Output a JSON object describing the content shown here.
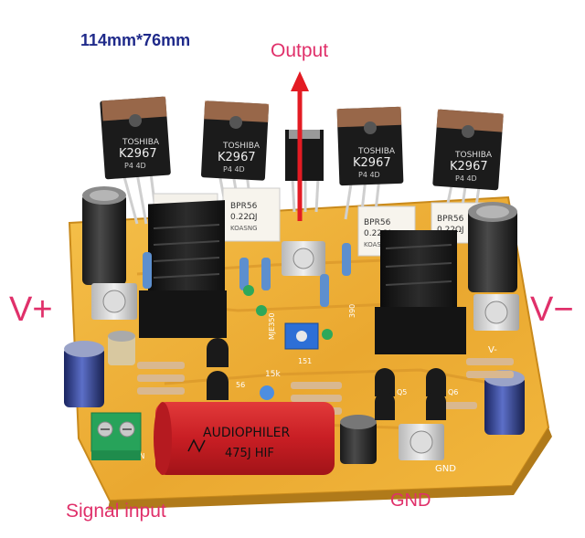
{
  "labels": {
    "dimensions": "114mm*76mm",
    "output": "Output",
    "v_plus": "V+",
    "v_minus": "V−",
    "gnd": "GND",
    "signal_input": "Signal input"
  },
  "board_text": {
    "transistor_brand": "TOSHIBA",
    "transistor_part": "K2967",
    "transistor_code": "P4  4D",
    "resistor_brand": "BPR56",
    "resistor_value": "0.22ΩJ",
    "resistor_maker": "KOASNG",
    "capacitor_brand": "AUDIOPHILER",
    "capacitor_value": "475J HIF",
    "silk_gnd": "GND",
    "silk_v": "V-",
    "silk_mje": "MJE350",
    "silk_15k": "15k",
    "silk_390": "390",
    "silk_151": "151",
    "silk_56": "56",
    "silk_q5": "Q5",
    "silk_q6": "Q6",
    "silk_in": "IN"
  },
  "colors": {
    "label_pink": "#e0306a",
    "label_navy": "#1f2a8a",
    "pcb_yellow": "#f0b43a",
    "arrow_red": "#e31b23"
  }
}
